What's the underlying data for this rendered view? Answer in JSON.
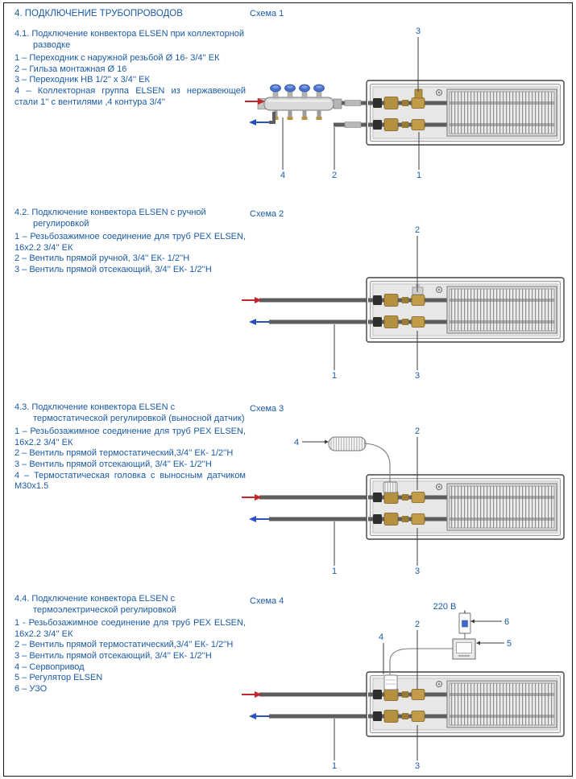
{
  "page": {
    "title": "4. ПОДКЛЮЧЕНИЕ ТРУБОПРОВОДОВ"
  },
  "colors": {
    "text_blue": "#1a5aa6",
    "supply_red": "#c0272c",
    "return_blue": "#2b52c0"
  },
  "sections": [
    {
      "heading": "4.1. Подключение конвектора ELSEN при коллекторной разводке",
      "items": [
        "1 – Переходник с наружной резьбой Ø 16- 3/4'' ЕК",
        "2 – Гильза монтажная Ø 16",
        "3 – Переходник НВ  1/2'' х 3/4'' ЕК",
        "4 – Коллекторная группа ELSEN из нержавеющей стали 1'' с вентилями ,4 контура 3/4''"
      ],
      "schema_label": "Схема 1",
      "callouts": [
        "1",
        "2",
        "3",
        "4"
      ]
    },
    {
      "heading": "4.2. Подключение конвектора ELSEN с ручной регулировкой",
      "items": [
        "1 – Резьбозажимное соединение для труб PEX ELSEN, 16х2.2 3/4'' ЕК",
        "2 – Вентиль прямой  ручной, 3/4'' ЕК- 1/2''Н",
        "3 – Вентиль прямой отсекающий, 3/4'' ЕК- 1/2''Н"
      ],
      "schema_label": "Схема 2",
      "callouts": [
        "1",
        "2",
        "3"
      ]
    },
    {
      "heading": "4.3. Подключение конвектора ELSEN с термостатической регулировкой (выносной датчик)",
      "items": [
        "1 – Резьбозажимное соединение для труб PEX ELSEN, 16х2.2 3/4'' ЕК",
        "2 – Вентиль прямой термостатический,3/4'' ЕК- 1/2''Н",
        "3 – Вентиль прямой отсекающий, 3/4'' ЕК- 1/2''Н",
        "4 – Термостатическая головка с выносным датчиком М30х1.5"
      ],
      "schema_label": "Схема 3",
      "callouts": [
        "1",
        "2",
        "3",
        "4"
      ]
    },
    {
      "heading": "4.4. Подключение конвектора ELSEN с термоэлектрической регулировкой",
      "items": [
        "1 - Резьбозажимное соединение для труб PEX ELSEN, 16х2.2 3/4'' ЕК",
        "2 – Вентиль прямой термостатический,3/4'' ЕК- 1/2''Н",
        "3 – Вентиль прямой отсекающий, 3/4'' ЕК- 1/2''Н",
        "4 – Сервопривод",
        "5 – Регулятор ELSEN",
        "6 – УЗО"
      ],
      "schema_label": "Схема 4",
      "voltage": "220 В",
      "callouts": [
        "1",
        "2",
        "3",
        "4",
        "5",
        "6"
      ]
    }
  ]
}
